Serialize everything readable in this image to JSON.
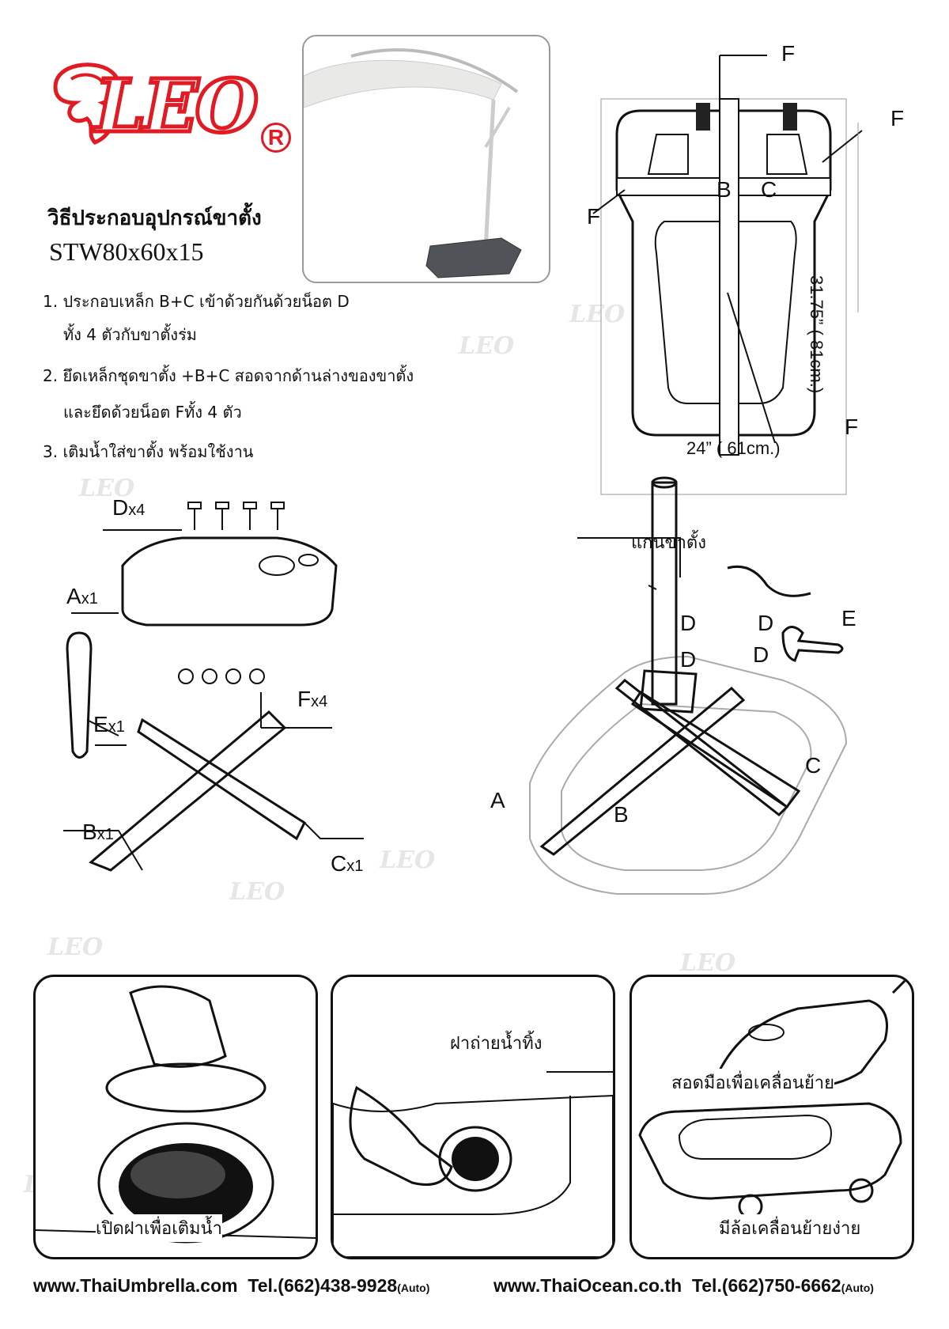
{
  "logo": {
    "text": "LEO",
    "reg_mark": "R"
  },
  "title": {
    "line1": "วิธีประกอบอุปกรณ์ขาตั้ง",
    "model": "STW80x60x15"
  },
  "steps": [
    "1. ประกอบเหล็ก B+C เข้าด้วยกันด้วยน็อต D",
    "ทั้ง 4 ตัวกับขาตั้งร่ม",
    "2. ยึดเหล็กชุดขาตั้ง +B+C สอดจากด้านล่างของขาตั้ง",
    "และยึดด้วยน็อต Fทั้ง 4 ตัว",
    "3. เติมน้ำใส่ขาตั้ง พร้อมใช้งาน"
  ],
  "top_view": {
    "labels": {
      "f1": "F",
      "f2": "F",
      "f3": "F",
      "f4": "F",
      "b": "B",
      "c": "C"
    },
    "height_dim": "31.75” ( 81cm.)",
    "width_dim": "24” ( 61cm.)"
  },
  "parts": {
    "d": "D",
    "d_qty": "x4",
    "a": "A",
    "a_qty": "x1",
    "e": "E",
    "e_qty": "x1",
    "f": "F",
    "f_qty": "x4",
    "b": "B",
    "b_qty": "x1",
    "c": "C",
    "c_qty": "x1"
  },
  "assembly": {
    "pole_label": "แกนขาตั้ง",
    "d1": "D",
    "d2": "D",
    "d3": "D",
    "d4": "D",
    "e": "E",
    "a": "A",
    "b": "B",
    "c": "C"
  },
  "panels": [
    {
      "caption": "เปิดฝาเพื่อเติมน้ำ"
    },
    {
      "caption": "ฝาถ่ายน้ำทิ้ง"
    },
    {
      "caption_top": "สอดมือเพื่อเคลื่อนย้าย",
      "caption_bottom": "มีล้อเคลื่อนย้ายง่าย"
    }
  ],
  "footer": {
    "site1": "www.ThaiUmbrella.com",
    "tel1": "Tel.(662)438-9928",
    "auto1": "(Auto)",
    "site2": "www.ThaiOcean.co.th",
    "tel2": "Tel.(662)750-6662",
    "auto2": "(Auto)"
  },
  "colors": {
    "brand_red": "#e01b24"
  }
}
